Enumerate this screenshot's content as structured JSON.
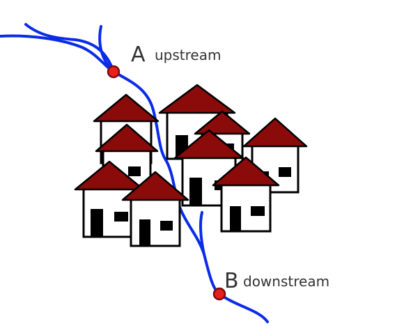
{
  "colors": {
    "river": "#0a2be8",
    "point_fill": "#e8201c",
    "point_stroke": "#7a0c0c",
    "roof": "#8b0a0a",
    "wall": "#ffffff",
    "outline": "#000000",
    "label_text": "#333333"
  },
  "points": {
    "a": {
      "letter": "A",
      "label": "upstream"
    },
    "b": {
      "letter": "B",
      "label": "downstream"
    }
  },
  "houses": [
    {
      "roof_color": "#8b0a0a"
    },
    {
      "roof_color": "#8b0a0a"
    },
    {
      "roof_color": "#8b0a0a"
    },
    {
      "roof_color": "#8b0a0a"
    },
    {
      "roof_color": "#8b0a0a"
    },
    {
      "roof_color": "#8b0a0a"
    },
    {
      "roof_color": "#8b0a0a"
    },
    {
      "roof_color": "#8b0a0a"
    },
    {
      "roof_color": "#8b0a0a"
    },
    {
      "roof_color": "#8b0a0a"
    }
  ]
}
